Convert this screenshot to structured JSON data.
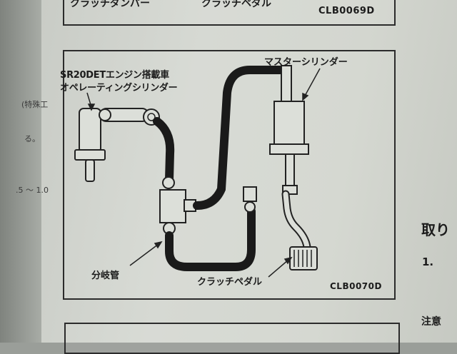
{
  "top_caption": {
    "left_label": "クラッチダンパー",
    "mid_label": "クラッチペダル",
    "code": "CLB0069D"
  },
  "diagram": {
    "engine_label_line1": "SR20DETエンジン搭載車",
    "engine_label_line2": "オペレーティングシリンダー",
    "master_label": "マスターシリンダー",
    "branch_label": "分岐管",
    "pedal_label": "クラッチペダル",
    "code": "CLB0070D"
  },
  "left_margin_fragments": {
    "line1": "(特殊工",
    "line2": "る。",
    "line3": ".5 ～ 1.0"
  },
  "right_margin_fragments": {
    "heading": "取り",
    "item_number": "1.",
    "note": "注意"
  }
}
